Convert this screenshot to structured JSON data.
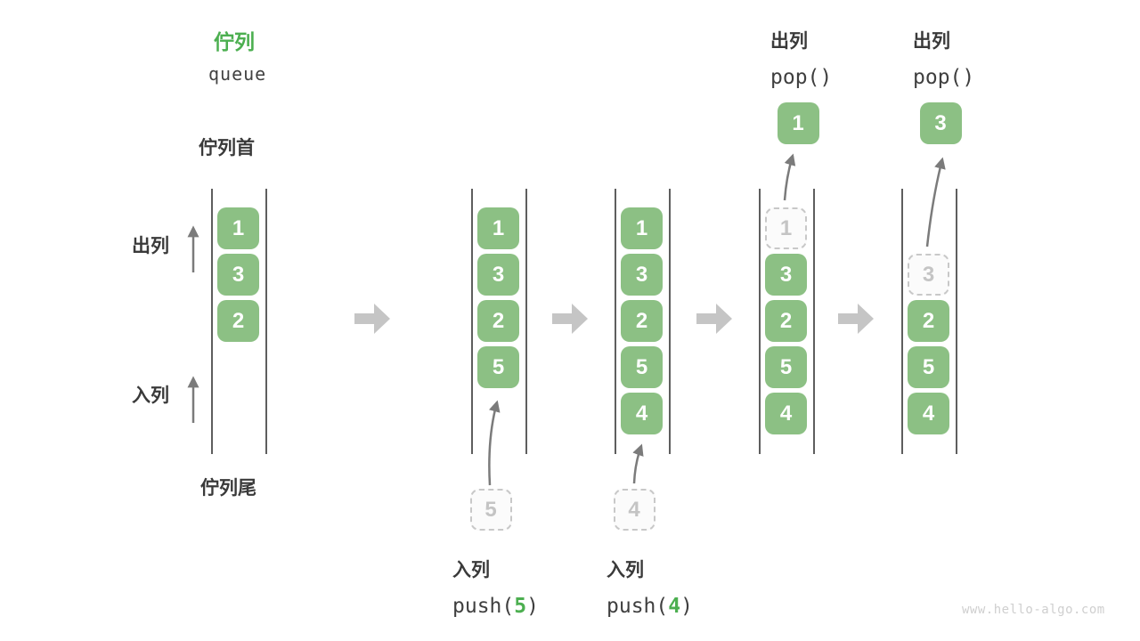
{
  "title": {
    "zh": "佇列",
    "en": "queue"
  },
  "side_labels": {
    "front": "佇列首",
    "rear": "佇列尾",
    "dequeue": "出列",
    "enqueue": "入列"
  },
  "pop_groups": [
    {
      "label": "出列",
      "code": "pop()",
      "value": "1"
    },
    {
      "label": "出列",
      "code": "pop()",
      "value": "3"
    }
  ],
  "push_groups": [
    {
      "label": "入列",
      "code_before": "push(",
      "arg": "5",
      "code_after": ")"
    },
    {
      "label": "入列",
      "code_before": "push(",
      "arg": "4",
      "code_after": ")"
    }
  ],
  "queue_states": [
    {
      "boxes": [
        {
          "value": "1",
          "slot": 0,
          "dashed": false
        },
        {
          "value": "3",
          "slot": 1,
          "dashed": false
        },
        {
          "value": "2",
          "slot": 2,
          "dashed": false
        }
      ]
    },
    {
      "boxes": [
        {
          "value": "1",
          "slot": 0,
          "dashed": false
        },
        {
          "value": "3",
          "slot": 1,
          "dashed": false
        },
        {
          "value": "2",
          "slot": 2,
          "dashed": false
        },
        {
          "value": "5",
          "slot": 3,
          "dashed": false
        }
      ],
      "incoming": "5"
    },
    {
      "boxes": [
        {
          "value": "1",
          "slot": 0,
          "dashed": false
        },
        {
          "value": "3",
          "slot": 1,
          "dashed": false
        },
        {
          "value": "2",
          "slot": 2,
          "dashed": false
        },
        {
          "value": "5",
          "slot": 3,
          "dashed": false
        },
        {
          "value": "4",
          "slot": 4,
          "dashed": false
        }
      ],
      "incoming": "4"
    },
    {
      "boxes": [
        {
          "value": "1",
          "slot": 0,
          "dashed": true
        },
        {
          "value": "3",
          "slot": 1,
          "dashed": false
        },
        {
          "value": "2",
          "slot": 2,
          "dashed": false
        },
        {
          "value": "5",
          "slot": 3,
          "dashed": false
        },
        {
          "value": "4",
          "slot": 4,
          "dashed": false
        }
      ],
      "popped": "1"
    },
    {
      "boxes": [
        {
          "value": "3",
          "slot": 1,
          "dashed": true
        },
        {
          "value": "2",
          "slot": 2,
          "dashed": false
        },
        {
          "value": "5",
          "slot": 3,
          "dashed": false
        },
        {
          "value": "4",
          "slot": 4,
          "dashed": false
        }
      ],
      "popped": "3"
    }
  ],
  "watermark": "www.hello-algo.com",
  "colors": {
    "accent_green": "#4CAF50",
    "box_green": "#8CC084",
    "dark_text": "#3a3a3a",
    "block_arrow_gray": "#c5c5c5",
    "small_arrow_gray": "#7b7b7b",
    "dashed_gray": "#c8c8c8",
    "wall_gray": "#5e5e5e",
    "watermark_gray": "#cfcfcf"
  }
}
